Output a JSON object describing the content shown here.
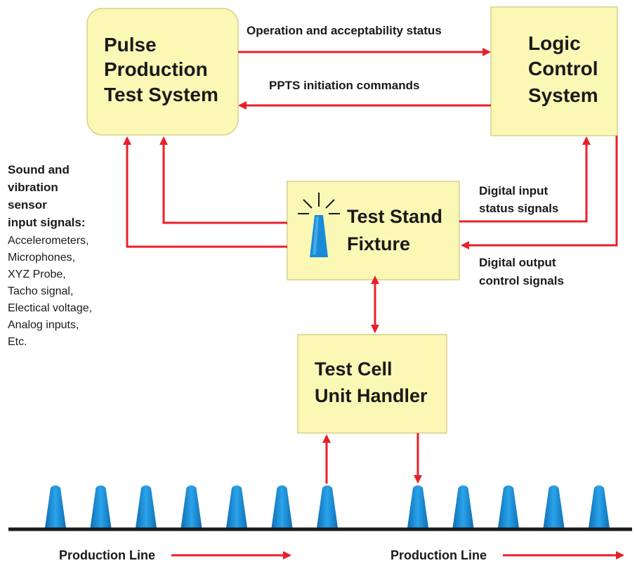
{
  "boxes": {
    "ppts": {
      "lines": [
        "Pulse",
        "Production",
        "Test System"
      ]
    },
    "lcs": {
      "lines": [
        "Logic",
        "Control",
        "System"
      ]
    },
    "fixture": {
      "lines": [
        "Test Stand",
        "Fixture"
      ]
    },
    "handler": {
      "lines": [
        "Test Cell",
        "Unit Handler"
      ]
    }
  },
  "arrows": {
    "status": "Operation and acceptability status",
    "commands": "PPTS initiation commands",
    "digital_input": [
      "Digital input",
      "status signals"
    ],
    "digital_output": [
      "Digital output",
      "control signals"
    ]
  },
  "sensors": {
    "heading": [
      "Sound and",
      "vibration",
      "sensor",
      "input signals:"
    ],
    "items": [
      "Accelerometers,",
      "Microphones,",
      "XYZ Probe,",
      "Tacho signal,",
      "Electical voltage,",
      "Analog inputs,",
      "Etc."
    ]
  },
  "production_line": {
    "left_label": "Production Line",
    "right_label": "Production Line",
    "left_units": 7,
    "right_units": 5
  },
  "colors": {
    "box_fill": "#fbf7b5",
    "box_stroke": "#d6cf80",
    "arrow": "#e8202a",
    "unit": "#1a8bd6",
    "line": "#1a1a1a"
  }
}
